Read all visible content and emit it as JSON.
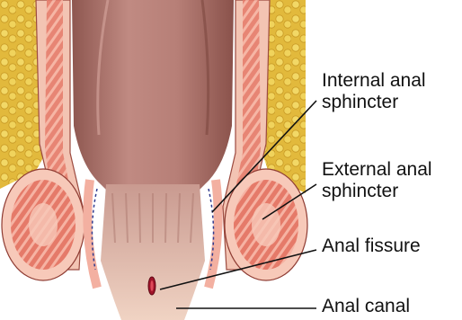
{
  "labels": {
    "internal_anal_sphincter": {
      "line1": "Internal anal",
      "line2": "sphincter"
    },
    "external_anal_sphincter": {
      "line1": "External anal",
      "line2": "sphincter"
    },
    "anal_fissure": "Anal fissure",
    "anal_canal": "Anal canal"
  },
  "colors": {
    "fat": "#e8c64a",
    "fat_lobule": "#f3db6e",
    "rectum_wall": "#b47a72",
    "rectum_lumen": "#a86c64",
    "mucosa": "#f1c9b8",
    "muscle": "#e27a6a",
    "muscle_light": "#f7c7b7",
    "fissure": "#a0142a",
    "leader_line": "#111111"
  }
}
